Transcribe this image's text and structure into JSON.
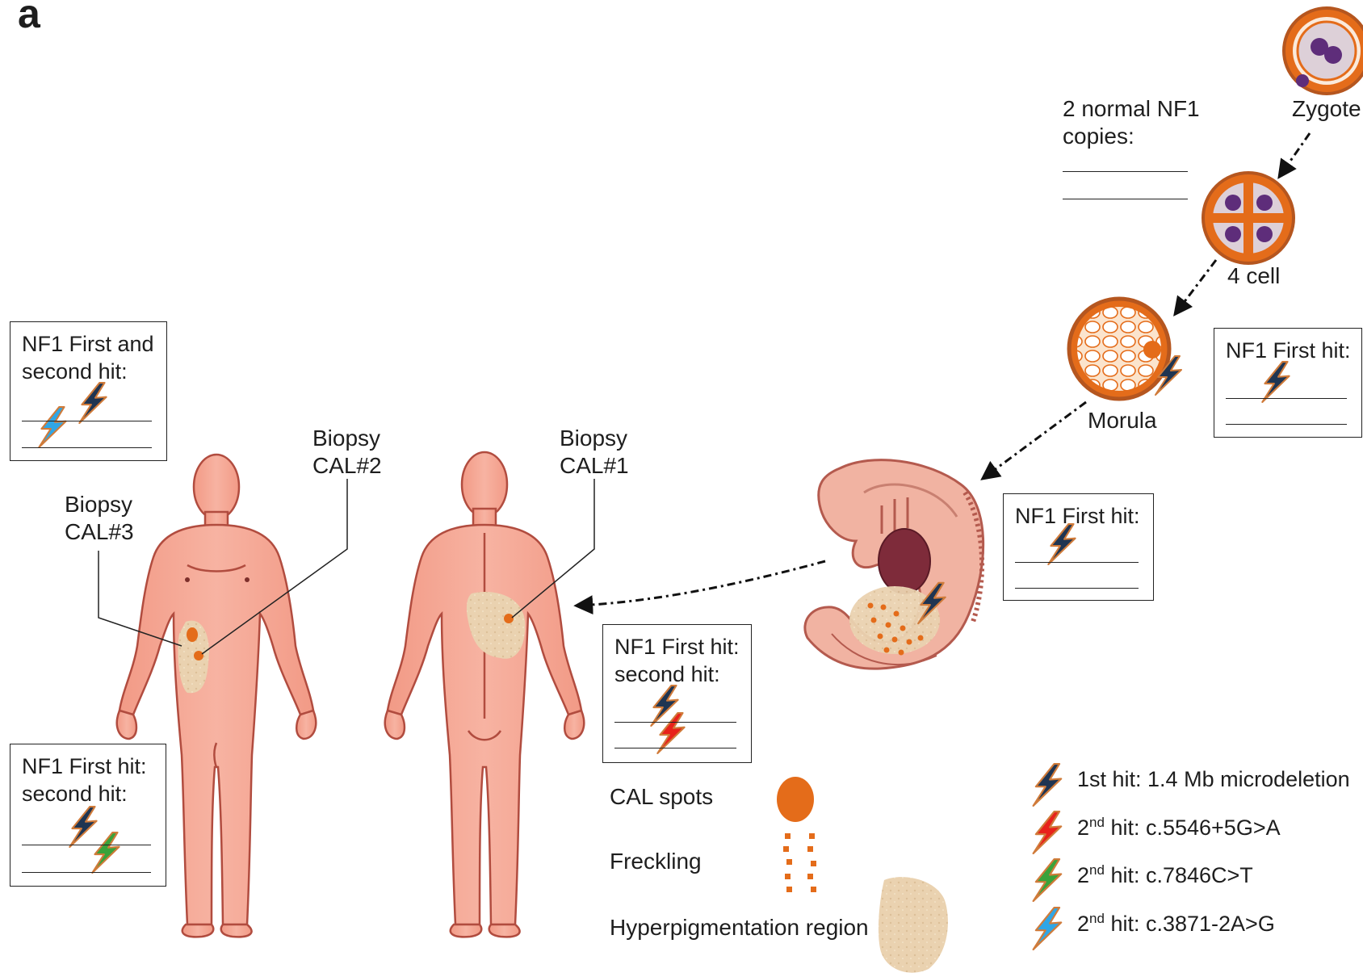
{
  "panel_label": "a",
  "stages": {
    "zygote": "Zygote",
    "four_cell": "4 cell",
    "morula": "Morula"
  },
  "normal_copies": {
    "line1": "2 normal NF1",
    "line2": "copies:"
  },
  "boxes": {
    "morula_box": "NF1 First hit:",
    "embryo_box": "NF1 First hit:",
    "back_box_line1": "NF1 First hit:",
    "back_box_line2": "second hit:",
    "top_left_box_line1": "NF1 First and",
    "top_left_box_line2": "second hit:",
    "bottom_left_box_line1": "NF1 First hit:",
    "bottom_left_box_line2": "second hit:"
  },
  "biopsies": {
    "cal1_line1": "Biopsy",
    "cal1_line2": "CAL#1",
    "cal2_line1": "Biopsy",
    "cal2_line2": "CAL#2",
    "cal3_line1": "Biopsy",
    "cal3_line2": "CAL#3"
  },
  "feature_legend": {
    "cal_spots": "CAL spots",
    "freckling": "Freckling",
    "hyperpigmentation": "Hyperpigmentation region"
  },
  "hit_legend": [
    {
      "ordinal": "1st",
      "sup": "",
      "text": "1st hit: 1.4 Mb microdeletion",
      "color": "#1f3552"
    },
    {
      "ordinal": "2",
      "sup": "nd",
      "text": " hit: c.5546+5G>A",
      "color": "#e8221b"
    },
    {
      "ordinal": "2",
      "sup": "nd",
      "text": " hit: c.7846C>T",
      "color": "#3aa23a"
    },
    {
      "ordinal": "2",
      "sup": "nd",
      "text": " hit: c.3871-2A>G",
      "color": "#2fa6e6"
    }
  ],
  "colors": {
    "skin": "#f4a994",
    "skin_dark": "#c9604f",
    "cal_orange": "#e46c1a",
    "hyperpig": "#ead2b0",
    "cell_ring": "#b5561f",
    "cell_fill": "#ddd0d8",
    "nucleus": "#5e2d7a",
    "bolt_outline": "#d07b3a"
  }
}
